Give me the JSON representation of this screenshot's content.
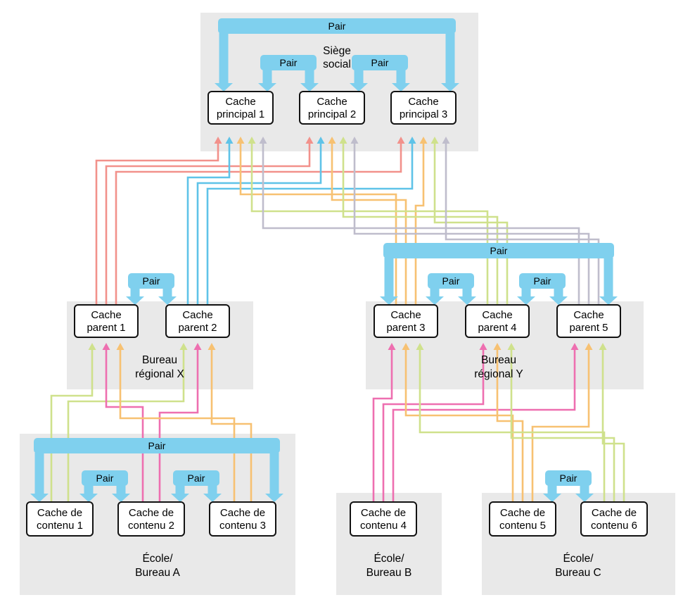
{
  "pair_label": "Pair",
  "regions": [
    {
      "id": "siege-social",
      "lines": [
        "Siège",
        "social"
      ]
    },
    {
      "id": "bureau-regional-x",
      "lines": [
        "Bureau",
        "régional X"
      ]
    },
    {
      "id": "bureau-regional-y",
      "lines": [
        "Bureau",
        "régional Y"
      ]
    },
    {
      "id": "ecole-bureau-a",
      "lines": [
        "École/",
        "Bureau A"
      ]
    },
    {
      "id": "ecole-bureau-b",
      "lines": [
        "École/",
        "Bureau B"
      ]
    },
    {
      "id": "ecole-bureau-c",
      "lines": [
        "École/",
        "Bureau C"
      ]
    }
  ],
  "nodes": [
    {
      "id": "cache-principal-1",
      "lines": [
        "Cache",
        "principal 1"
      ]
    },
    {
      "id": "cache-principal-2",
      "lines": [
        "Cache",
        "principal 2"
      ]
    },
    {
      "id": "cache-principal-3",
      "lines": [
        "Cache",
        "principal 3"
      ]
    },
    {
      "id": "cache-parent-1",
      "lines": [
        "Cache",
        "parent 1"
      ]
    },
    {
      "id": "cache-parent-2",
      "lines": [
        "Cache",
        "parent 2"
      ]
    },
    {
      "id": "cache-parent-3",
      "lines": [
        "Cache",
        "parent 3"
      ]
    },
    {
      "id": "cache-parent-4",
      "lines": [
        "Cache",
        "parent 4"
      ]
    },
    {
      "id": "cache-parent-5",
      "lines": [
        "Cache",
        "parent 5"
      ]
    },
    {
      "id": "cache-contenu-1",
      "lines": [
        "Cache de",
        "contenu 1"
      ]
    },
    {
      "id": "cache-contenu-2",
      "lines": [
        "Cache de",
        "contenu 2"
      ]
    },
    {
      "id": "cache-contenu-3",
      "lines": [
        "Cache de",
        "contenu 3"
      ]
    },
    {
      "id": "cache-contenu-4",
      "lines": [
        "Cache de",
        "contenu 4"
      ]
    },
    {
      "id": "cache-contenu-5",
      "lines": [
        "Cache de",
        "contenu 5"
      ]
    },
    {
      "id": "cache-contenu-6",
      "lines": [
        "Cache de",
        "contenu 6"
      ]
    }
  ],
  "colors": {
    "region_bg": "#e9e9e9",
    "pair_blue": "#7fd0ee",
    "node_border": "#121212",
    "node_fill": "#ffffff",
    "text": "#000000",
    "arrow_sources": {
      "cache-parent-1": "#f2918b",
      "cache-parent-2": "#5fc3e8",
      "cache-parent-3": "#f7c172",
      "cache-parent-4": "#cfe18c",
      "cache-parent-5": "#bfbdcc",
      "cache-contenu-1": "#cfe18c",
      "cache-contenu-2": "#ee6fb0",
      "cache-contenu-3": "#f7c172",
      "cache-contenu-4": "#ee6fb0",
      "cache-contenu-5": "#f7c172",
      "cache-contenu-6": "#cfe18c"
    }
  },
  "connections": [
    {
      "from": "cache-parent-1",
      "to": "cache-principal-1"
    },
    {
      "from": "cache-parent-1",
      "to": "cache-principal-2"
    },
    {
      "from": "cache-parent-1",
      "to": "cache-principal-3"
    },
    {
      "from": "cache-parent-2",
      "to": "cache-principal-1"
    },
    {
      "from": "cache-parent-2",
      "to": "cache-principal-2"
    },
    {
      "from": "cache-parent-2",
      "to": "cache-principal-3"
    },
    {
      "from": "cache-parent-3",
      "to": "cache-principal-1"
    },
    {
      "from": "cache-parent-3",
      "to": "cache-principal-2"
    },
    {
      "from": "cache-parent-3",
      "to": "cache-principal-3"
    },
    {
      "from": "cache-parent-4",
      "to": "cache-principal-1"
    },
    {
      "from": "cache-parent-4",
      "to": "cache-principal-2"
    },
    {
      "from": "cache-parent-4",
      "to": "cache-principal-3"
    },
    {
      "from": "cache-parent-5",
      "to": "cache-principal-1"
    },
    {
      "from": "cache-parent-5",
      "to": "cache-principal-2"
    },
    {
      "from": "cache-parent-5",
      "to": "cache-principal-3"
    },
    {
      "from": "cache-contenu-1",
      "to": "cache-parent-1"
    },
    {
      "from": "cache-contenu-1",
      "to": "cache-parent-2"
    },
    {
      "from": "cache-contenu-2",
      "to": "cache-parent-1"
    },
    {
      "from": "cache-contenu-2",
      "to": "cache-parent-2"
    },
    {
      "from": "cache-contenu-3",
      "to": "cache-parent-1"
    },
    {
      "from": "cache-contenu-3",
      "to": "cache-parent-2"
    },
    {
      "from": "cache-contenu-4",
      "to": "cache-parent-3"
    },
    {
      "from": "cache-contenu-4",
      "to": "cache-parent-4"
    },
    {
      "from": "cache-contenu-4",
      "to": "cache-parent-5"
    },
    {
      "from": "cache-contenu-5",
      "to": "cache-parent-3"
    },
    {
      "from": "cache-contenu-5",
      "to": "cache-parent-4"
    },
    {
      "from": "cache-contenu-5",
      "to": "cache-parent-5"
    },
    {
      "from": "cache-contenu-6",
      "to": "cache-parent-3"
    },
    {
      "from": "cache-contenu-6",
      "to": "cache-parent-4"
    },
    {
      "from": "cache-contenu-6",
      "to": "cache-parent-5"
    }
  ],
  "pairs": [
    {
      "style": "bar",
      "between": [
        "cache-principal-1",
        "cache-principal-3"
      ]
    },
    {
      "style": "chip",
      "between": [
        "cache-principal-1",
        "cache-principal-2"
      ]
    },
    {
      "style": "chip",
      "between": [
        "cache-principal-2",
        "cache-principal-3"
      ]
    },
    {
      "style": "chip",
      "between": [
        "cache-parent-1",
        "cache-parent-2"
      ]
    },
    {
      "style": "bar",
      "between": [
        "cache-parent-3",
        "cache-parent-5"
      ]
    },
    {
      "style": "chip",
      "between": [
        "cache-parent-3",
        "cache-parent-4"
      ]
    },
    {
      "style": "chip",
      "between": [
        "cache-parent-4",
        "cache-parent-5"
      ]
    },
    {
      "style": "bar",
      "between": [
        "cache-contenu-1",
        "cache-contenu-3"
      ]
    },
    {
      "style": "chip",
      "between": [
        "cache-contenu-1",
        "cache-contenu-2"
      ]
    },
    {
      "style": "chip",
      "between": [
        "cache-contenu-2",
        "cache-contenu-3"
      ]
    },
    {
      "style": "chip",
      "between": [
        "cache-contenu-5",
        "cache-contenu-6"
      ]
    }
  ]
}
